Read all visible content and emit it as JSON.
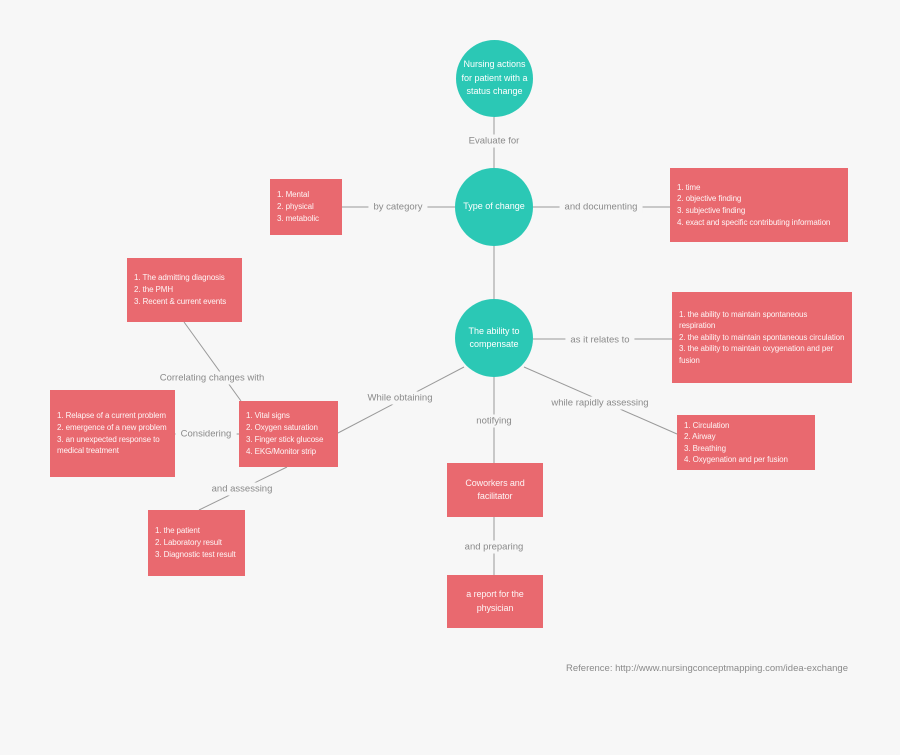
{
  "palette": {
    "background": "#f7f7f7",
    "circle_fill": "#2bc8b5",
    "box_fill": "#e9696f",
    "line_color": "#9a9a9a",
    "label_text": "#8a8a8a",
    "node_text": "#ffffff"
  },
  "nodes": {
    "root": {
      "label": "Nursing actions\nfor patient with a\nstatus change"
    },
    "type_of_change": {
      "label": "Type of change"
    },
    "ability": {
      "label": "The ability to\ncompensate"
    }
  },
  "boxes": {
    "mental": {
      "text": "1. Mental\n2. physical\n3. metabolic"
    },
    "documenting": {
      "text": "1. time\n2. objective finding\n3.  subjective finding\n4. exact and specific contributing information"
    },
    "admitting": {
      "text": "1. The admitting diagnosis\n2. the PMH\n3. Recent & current events"
    },
    "relates": {
      "text": "1. the ability to  maintain spontaneous respiration\n2. the ability to  maintain spontaneous circulation\n3.  the ability to  maintain oxygenation and per fusion"
    },
    "relapse": {
      "text": "1. Relapse of a current problem\n2.  emergence of a new problem\n3. an unexpected response to medical treatment"
    },
    "vitals": {
      "text": "1. Vital signs\n2. Oxygen saturation\n3. Finger stick glucose\n4. EKG/Monitor strip"
    },
    "patient": {
      "text": "1. the patient\n2. Laboratory result\n3. Diagnostic test result"
    },
    "circulation": {
      "text": "1.  Circulation\n2. Airway\n3. Breathing\n4. Oxygenation and per fusion"
    },
    "coworkers": {
      "text": "Coworkers and\nfacilitator"
    },
    "report": {
      "text": "a report for the\nphysician"
    }
  },
  "edges": {
    "evaluate_for": "Evaluate for",
    "by_category": "by category",
    "and_documenting": "and documenting",
    "as_it_relates_to": "as it relates to",
    "correlating_changes_with": "Correlating changes with",
    "considering": "Considering",
    "while_obtaining": "While obtaining",
    "notifying": "notifying",
    "while_rapidly_assessing": "while rapidly assessing",
    "and_assessing": "and assessing",
    "and_preparing": "and preparing"
  },
  "footer": {
    "reference": "Reference: http://www.nursingconceptmapping.com/idea-exchange"
  }
}
